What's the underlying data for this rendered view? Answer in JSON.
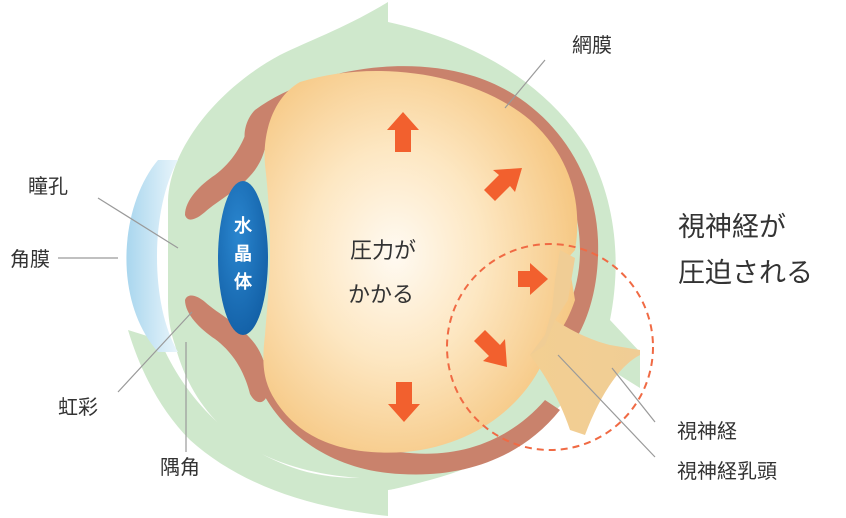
{
  "labels": {
    "retina": "網膜",
    "pupil": "瞳孔",
    "cornea": "角膜",
    "iris": "虹彩",
    "angle": "隅角",
    "optic_nerve": "視神経",
    "optic_disc": "視神経乳頭"
  },
  "lens": {
    "chars": [
      "水",
      "晶",
      "体"
    ]
  },
  "pressure": {
    "line1": "圧力が",
    "line2": "かかる"
  },
  "callout": {
    "line1": "視神経が",
    "line2": "圧迫される"
  },
  "colors": {
    "sclera": "#cfe8cc",
    "choroid": "#c9826c",
    "vitreous_center": "#fff8ec",
    "vitreous_edge": "#f5c982",
    "arrow": "#f2602e",
    "lens": "#1a6fb5",
    "cornea": "#bfe0f2",
    "highlight_circle": "#f06a44"
  }
}
